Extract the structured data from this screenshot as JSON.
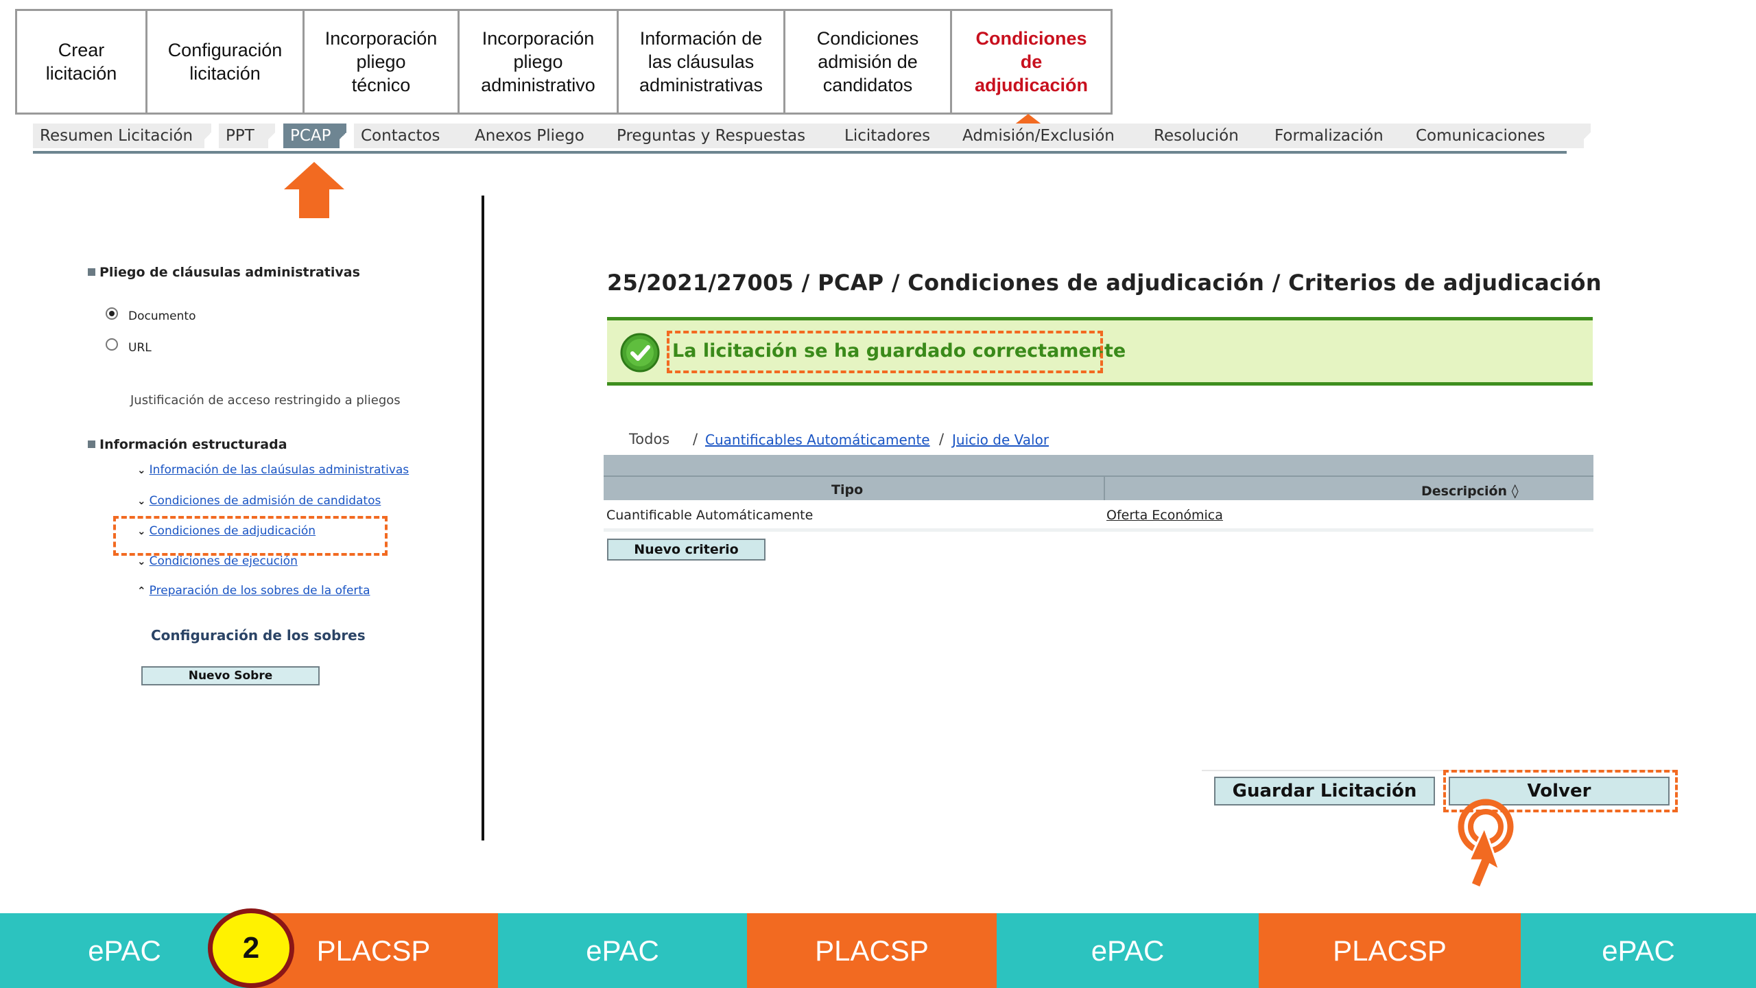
{
  "steps": [
    {
      "label": "Crear\nlicitación",
      "active": false
    },
    {
      "label": "Configuración\nlicitación",
      "active": false
    },
    {
      "label": "Incorporación\npliego\ntécnico",
      "active": false
    },
    {
      "label": "Incorporación\npliego\nadministrativo",
      "active": false
    },
    {
      "label": "Información de\nlas cláusulas\nadministrativas",
      "active": false
    },
    {
      "label": "Condiciones\nadmisión de\ncandidatos",
      "active": false
    },
    {
      "label": "Condiciones\nde\nadjudicación",
      "active": true
    }
  ],
  "tabs": [
    {
      "label": "Resumen Licitación",
      "active": false
    },
    {
      "label": "PPT",
      "active": false
    },
    {
      "label": "PCAP",
      "active": true
    },
    {
      "label": "Contactos",
      "active": false
    },
    {
      "label": "Anexos Pliego",
      "active": false
    },
    {
      "label": "Preguntas y Respuestas",
      "active": false
    },
    {
      "label": "Licitadores",
      "active": false
    },
    {
      "label": "Admisión/Exclusión",
      "active": false
    },
    {
      "label": "Resolución",
      "active": false
    },
    {
      "label": "Formalización",
      "active": false
    },
    {
      "label": "Comunicaciones",
      "active": false
    }
  ],
  "left": {
    "pliego_heading": "Pliego de cláusulas administrativas",
    "radio_documento": "Documento",
    "radio_url": "URL",
    "radio_selected": "Documento",
    "justificacion": "Justificación de acceso restringido a pliegos",
    "info_heading": "Información estructurada",
    "links": [
      {
        "label": "Información de las claúsulas administrativas",
        "expanded": false
      },
      {
        "label": "Condiciones de admisión de candidatos",
        "expanded": false
      },
      {
        "label": "Condiciones de adjudicación",
        "expanded": false
      },
      {
        "label": "Condiciones de ejecución",
        "expanded": false
      },
      {
        "label": "Preparación de los sobres de la oferta",
        "expanded": true
      }
    ],
    "config_sobres": "Configuración de los sobres",
    "nuevo_sobre": "Nuevo Sobre"
  },
  "main": {
    "title": "25/2021/27005 / PCAP / Condiciones de adjudicación / Criterios de adjudicación",
    "success_message": "La licitación se ha guardado correctamente",
    "filters": {
      "todos": "Todos",
      "sep": "/",
      "cuantificables": "Cuantificables Automáticamente",
      "juicio": "Juicio de Valor"
    },
    "table": {
      "headers": [
        "Tipo",
        "Descripción"
      ],
      "rows": [
        {
          "tipo": "Cuantificable Automáticamente",
          "descripcion": "Oferta Económica"
        }
      ]
    },
    "nuevo_criterio": "Nuevo criterio",
    "guardar": "Guardar Licitación",
    "volver": "Volver"
  },
  "band": {
    "segments": [
      {
        "label": "ePAC",
        "kind": "teal"
      },
      {
        "label": "PLACSP",
        "kind": "orange"
      },
      {
        "label": "ePAC",
        "kind": "teal"
      },
      {
        "label": "PLACSP",
        "kind": "orange"
      },
      {
        "label": "ePAC",
        "kind": "teal"
      },
      {
        "label": "PLACSP",
        "kind": "orange"
      },
      {
        "label": "ePAC",
        "kind": "teal"
      }
    ],
    "step_number": "2"
  },
  "colors": {
    "accent_orange": "#f26a21",
    "teal": "#2cc3bf",
    "success_green": "#3a8a1a",
    "active_step_red": "#c8101e",
    "link_blue": "#1a55c4"
  }
}
